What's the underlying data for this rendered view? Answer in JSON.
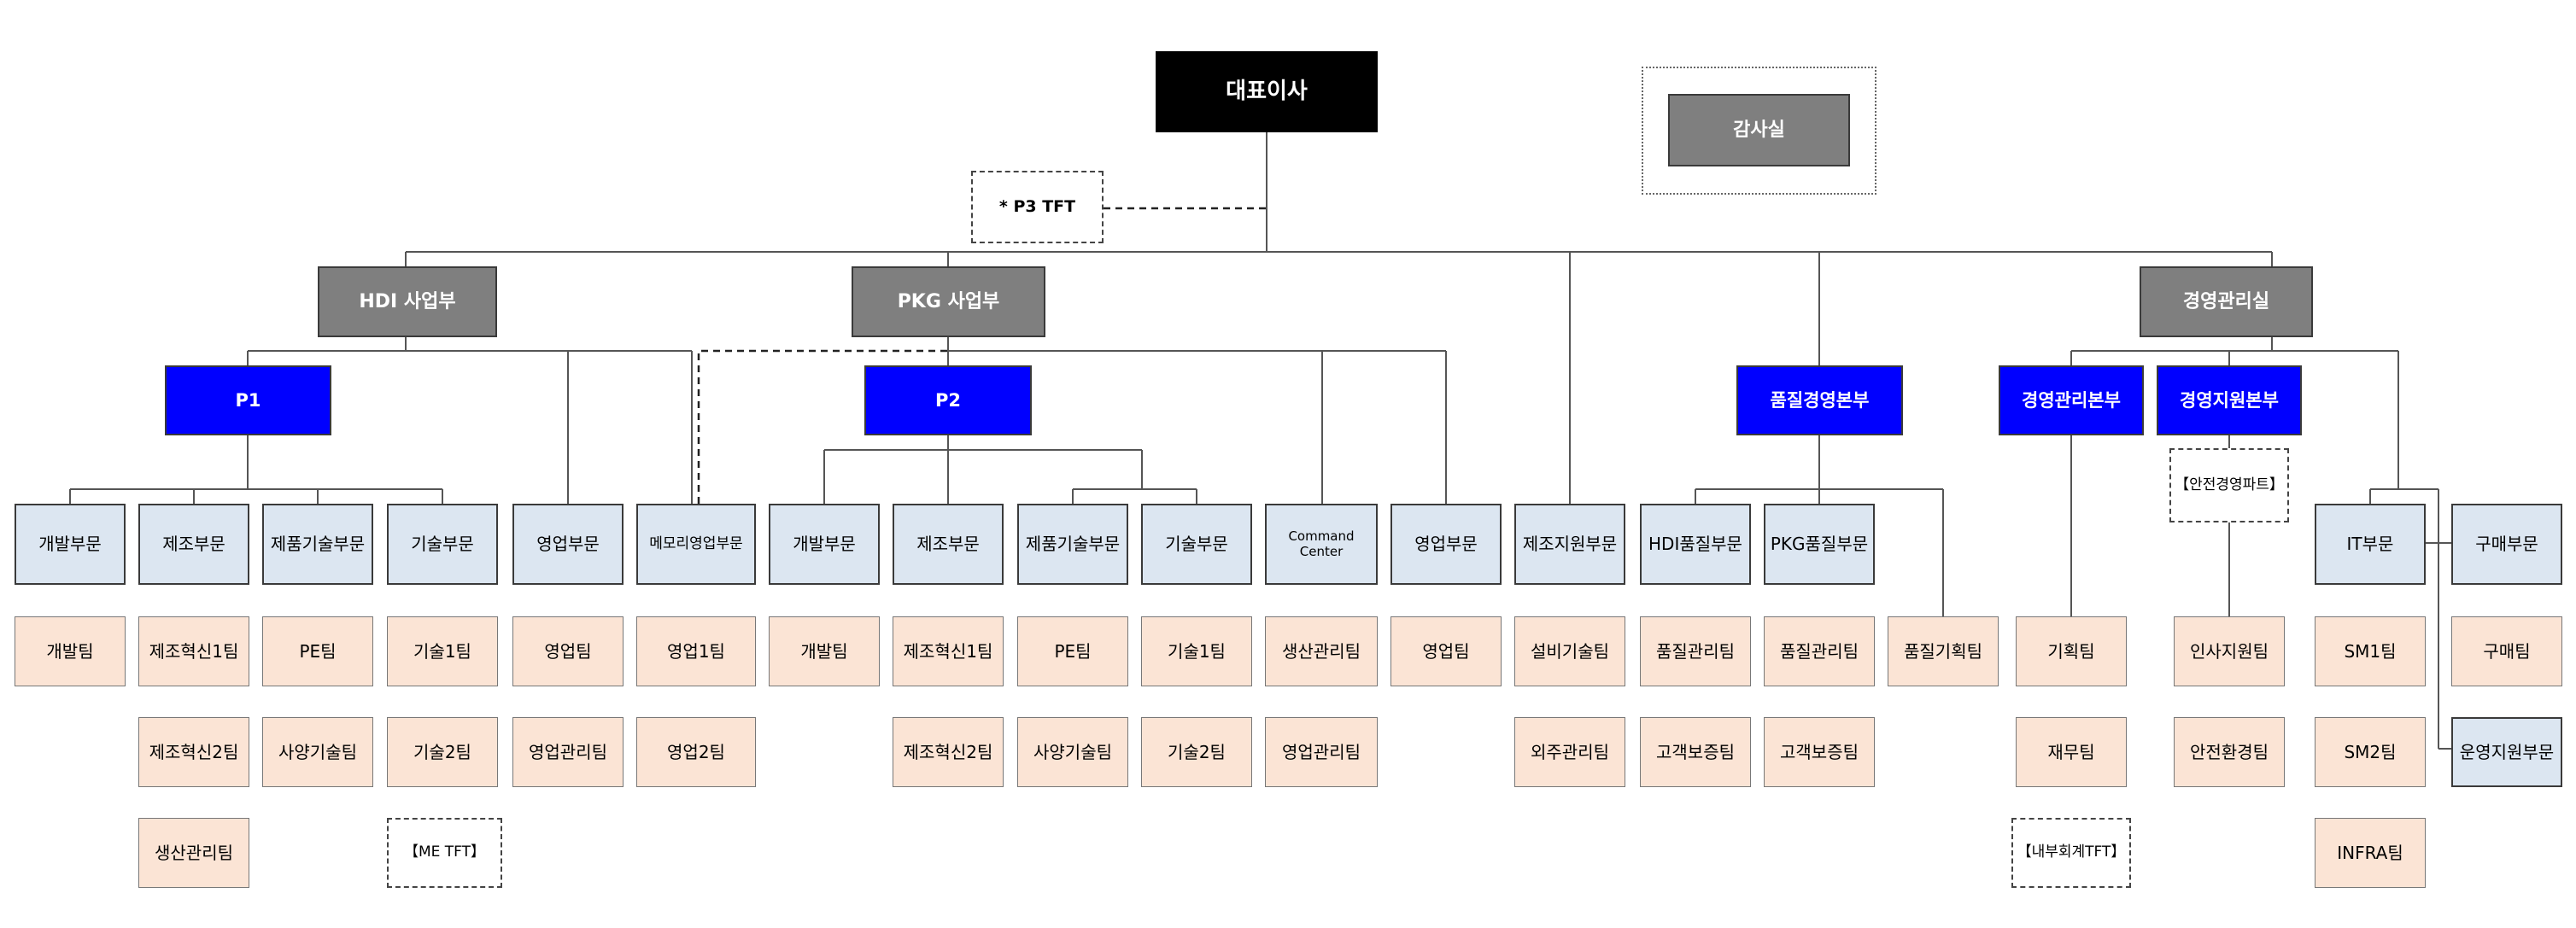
{
  "chart": {
    "ceo": "대표이사",
    "audit": "감사실",
    "tft_p3": "* P3 TFT",
    "hdi_division": "HDI 사업부",
    "pkg_division": "PKG 사업부",
    "management_office": "경영관리실",
    "p1": "P1",
    "p2": "P2",
    "quality_hq": "품질경영본부",
    "mgmt_admin_hq": "경영관리본부",
    "mgmt_support_hq": "경영지원본부",
    "p1_depts": {
      "dev": "개발부문",
      "mfg": "제조부문",
      "product_tech": "제품기술부문",
      "tech": "기술부문",
      "sales": "영업부문",
      "memory_sales": "메모리영업부문"
    },
    "p1_teams": {
      "dev_team": "개발팀",
      "mfg_innov1": "제조혁신1팀",
      "mfg_innov2": "제조혁신2팀",
      "prod_mgmt": "생산관리팀",
      "pe_team": "PE팀",
      "spec_tech": "사양기술팀",
      "tech1": "기술1팀",
      "tech2": "기술2팀",
      "me_tft": "【ME TFT】",
      "sales_team": "영업팀",
      "sales_mgmt": "영업관리팀",
      "sales1": "영업1팀",
      "sales2": "영업2팀"
    },
    "p2_depts": {
      "dev": "개발부문",
      "mfg": "제조부문",
      "product_tech": "제품기술부문",
      "tech": "기술부문",
      "command_center": "Command Center",
      "sales": "영업부문"
    },
    "p2_teams": {
      "dev_team": "개발팀",
      "mfg_innov1": "제조혁신1팀",
      "mfg_innov2": "제조혁신2팀",
      "pe_team": "PE팀",
      "spec_tech": "사양기술팀",
      "tech1": "기술1팀",
      "tech2": "기술2팀",
      "prod_mgmt": "생산관리팀",
      "sales_mgmt": "영업관리팀",
      "sales_team": "영업팀"
    },
    "mfg_support": {
      "dept": "제조지원부문",
      "facility_tech": "설비기술팀",
      "outsourcing": "외주관리팀"
    },
    "quality": {
      "hdi_quality": "HDI품질부문",
      "pkg_quality": "PKG품질부문",
      "quality_planning": "품질기획팀",
      "hdi_qm": "품질관리팀",
      "hdi_cs": "고객보증팀",
      "pkg_qm": "품질관리팀",
      "pkg_cs": "고객보증팀"
    },
    "mgmt_admin": {
      "planning": "기획팀",
      "finance": "재무팀",
      "internal_tft": "【내부회계TFT】"
    },
    "mgmt_support": {
      "safety_part": "【안전경영파트】",
      "hr_support": "인사지원팀",
      "safety_env": "안전환경팀"
    },
    "it": {
      "dept": "IT부문",
      "sm1": "SM1팀",
      "sm2": "SM2팀",
      "infra": "INFRA팀"
    },
    "purchasing": {
      "dept": "구매부문",
      "team": "구매팀",
      "ops_support": "운영지원부문"
    }
  }
}
